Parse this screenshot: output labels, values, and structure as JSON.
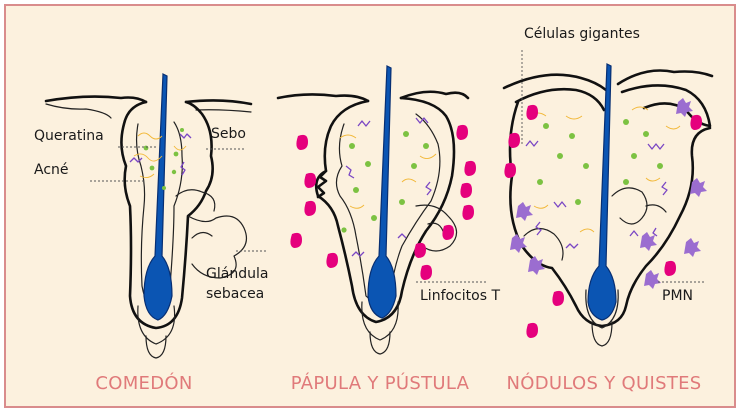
{
  "panels": [
    {
      "caption": "COMEDÓN"
    },
    {
      "caption": "PÁPULA Y PÚSTULA"
    },
    {
      "caption": "NÓDULOS Y QUISTES"
    }
  ],
  "labels": {
    "queratina": "Queratina",
    "acne": "Acné",
    "sebo": "Sebo",
    "glandula_line1": "Glándula",
    "glandula_line2": "sebacea",
    "linfocitos": "Linfocitos T",
    "celulas_gigantes": "Células gigantes",
    "pmn": "PMN"
  },
  "colors": {
    "background": "#fcf1de",
    "border": "#d98c8c",
    "caption": "#e07a7a",
    "hair": "#0b55b3",
    "lymphocyte": "#e5007d",
    "sebum_dot": "#7cc242",
    "bacteria": "#7a46c4",
    "keratin": "#f2b838",
    "pmn": "#9b6dd0"
  }
}
